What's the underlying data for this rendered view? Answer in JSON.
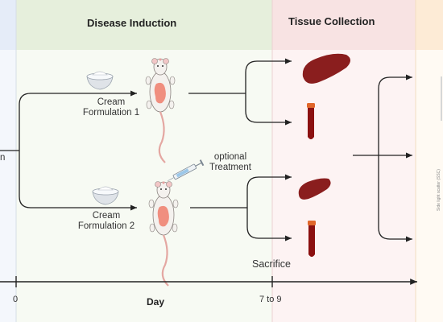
{
  "phases": {
    "disease_induction": "Disease Induction",
    "tissue_collection": "Tissue Collection"
  },
  "groups": {
    "cream1": {
      "line1": "Cream",
      "line2": "Formulation 1"
    },
    "cream2": {
      "line1": "Cream",
      "line2": "Formulation 2"
    }
  },
  "treatment": {
    "line1": "optional",
    "line2": "Treatment"
  },
  "left_fragment": "n",
  "sacrifice": "Sacrifice",
  "timeline": {
    "start": "0",
    "end": "7 to 9",
    "label": "Day"
  },
  "flow_plot_axis": "Side light scatter (SSC)",
  "colors": {
    "induction_band": "#e8f0e0",
    "collection_band": "#f9e6e6",
    "analysis_band": "#fdf0e0",
    "left_band": "#edf2fb",
    "spleen": "#8a1e1e",
    "blood": "#8b1010",
    "tube_cap": "#e0662a",
    "mouse_skin_patch": "#ef7d6b"
  },
  "icons": [
    "cream-bowl-icon",
    "mouse-icon",
    "syringe-icon",
    "spleen-icon",
    "blood-tube-icon",
    "arrow-icon"
  ]
}
